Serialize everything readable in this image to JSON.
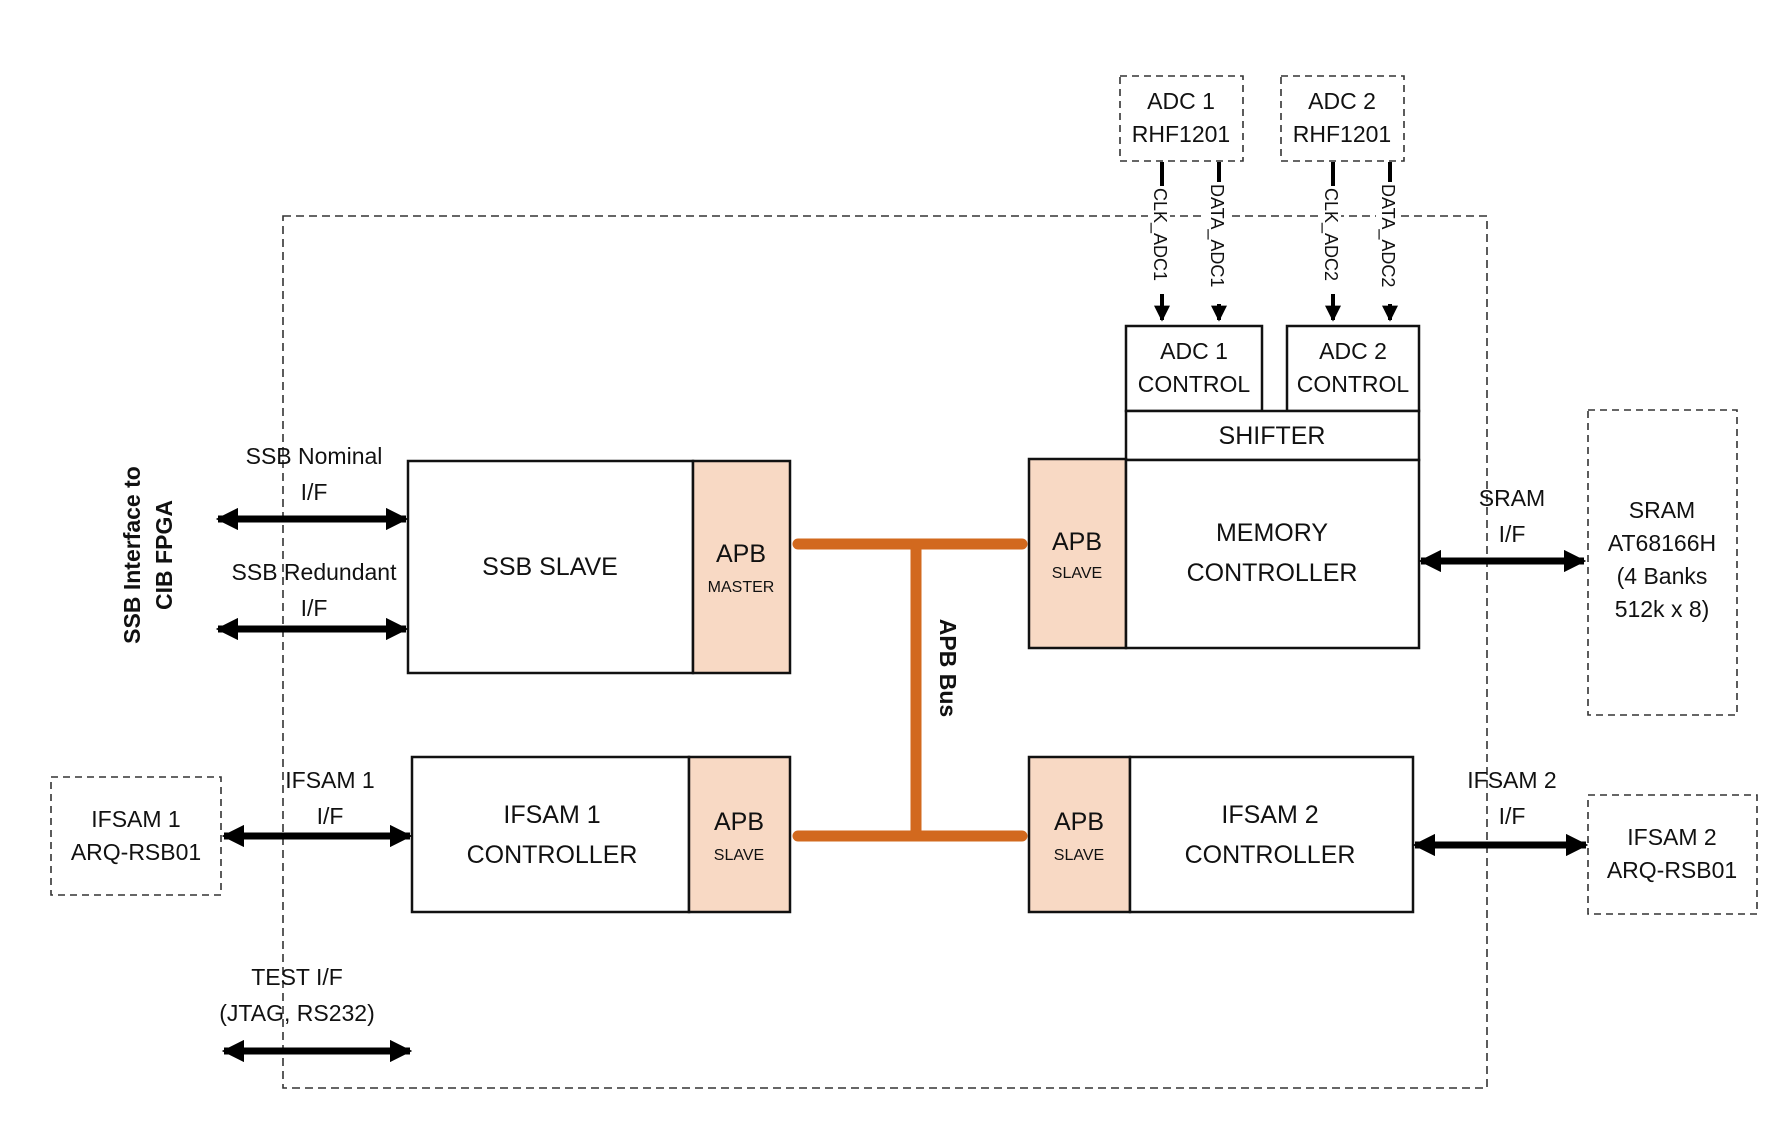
{
  "diagram": {
    "colors": {
      "bus": "#D2691E",
      "apb_fill": "#F8D9C4",
      "block_stroke": "#111111",
      "arrow": "#000000",
      "dashed": "#333333"
    },
    "side_label": {
      "line1": "SSB Interface to",
      "line2": "CIB FPGA"
    },
    "bus_label": "APB Bus",
    "adc1_chip": {
      "line1": "ADC 1",
      "line2": "RHF1201"
    },
    "adc2_chip": {
      "line1": "ADC 2",
      "line2": "RHF1201"
    },
    "signals": {
      "clk_adc1": "CLK_ADC1",
      "data_adc1": "DATA_ADC1",
      "clk_adc2": "CLK_ADC2",
      "data_adc2": "DATA_ADC2"
    },
    "adc1_control": {
      "line1": "ADC 1",
      "line2": "CONTROL"
    },
    "adc2_control": {
      "line1": "ADC 2",
      "line2": "CONTROL"
    },
    "shifter": "SHIFTER",
    "memory_controller": {
      "line1": "MEMORY",
      "line2": "CONTROLLER"
    },
    "ssb_slave": "SSB SLAVE",
    "ifsam1_controller": {
      "line1": "IFSAM 1",
      "line2": "CONTROLLER"
    },
    "ifsam2_controller": {
      "line1": "IFSAM 2",
      "line2": "CONTROLLER"
    },
    "apb_master": {
      "line1": "APB",
      "line2": "MASTER"
    },
    "apb_slave_ifsam1": {
      "line1": "APB",
      "line2": "SLAVE"
    },
    "apb_slave_mem": {
      "line1": "APB",
      "line2": "SLAVE"
    },
    "apb_slave_ifsam2": {
      "line1": "APB",
      "line2": "SLAVE"
    },
    "interfaces": {
      "ssb_nominal": {
        "line1": "SSB Nominal",
        "line2": "I/F"
      },
      "ssb_redundant": {
        "line1": "SSB Redundant",
        "line2": "I/F"
      },
      "ifsam1_if": {
        "line1": "IFSAM 1",
        "line2": "I/F"
      },
      "ifsam2_if": {
        "line1": "IFSAM 2",
        "line2": "I/F"
      },
      "sram_if": {
        "line1": "SRAM",
        "line2": "I/F"
      },
      "test_if": {
        "line1": "TEST I/F",
        "line2": "(JTAG, RS232)"
      }
    },
    "sram": {
      "line1": "SRAM",
      "line2": "AT68166H",
      "line3": "(4 Banks",
      "line4": "512k x 8)"
    },
    "ifsam1_ext": {
      "line1": "IFSAM 1",
      "line2": "ARQ-RSB01"
    },
    "ifsam2_ext": {
      "line1": "IFSAM 2",
      "line2": "ARQ-RSB01"
    }
  }
}
